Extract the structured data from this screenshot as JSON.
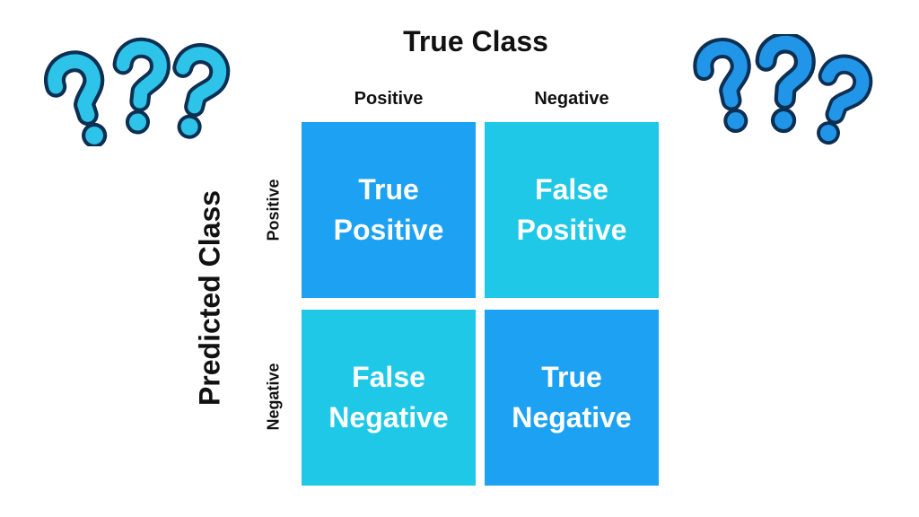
{
  "diagram": {
    "title_top": "True Class",
    "title_left": "Predicted Class",
    "columns": [
      "Positive",
      "Negative"
    ],
    "rows": [
      "Positive",
      "Negative"
    ],
    "cells": [
      {
        "line1": "True",
        "line2": "Positive",
        "color": "#1da1f2"
      },
      {
        "line1": "False",
        "line2": "Positive",
        "color": "#1ec8e6"
      },
      {
        "line1": "False",
        "line2": "Negative",
        "color": "#1ec8e6"
      },
      {
        "line1": "True",
        "line2": "Negative",
        "color": "#1da1f2"
      }
    ]
  },
  "decorations": {
    "icon": "question-mark-icon",
    "left_color": "#2ec3e8",
    "right_color": "#2196e8",
    "outline_color": "#0c2f52"
  }
}
